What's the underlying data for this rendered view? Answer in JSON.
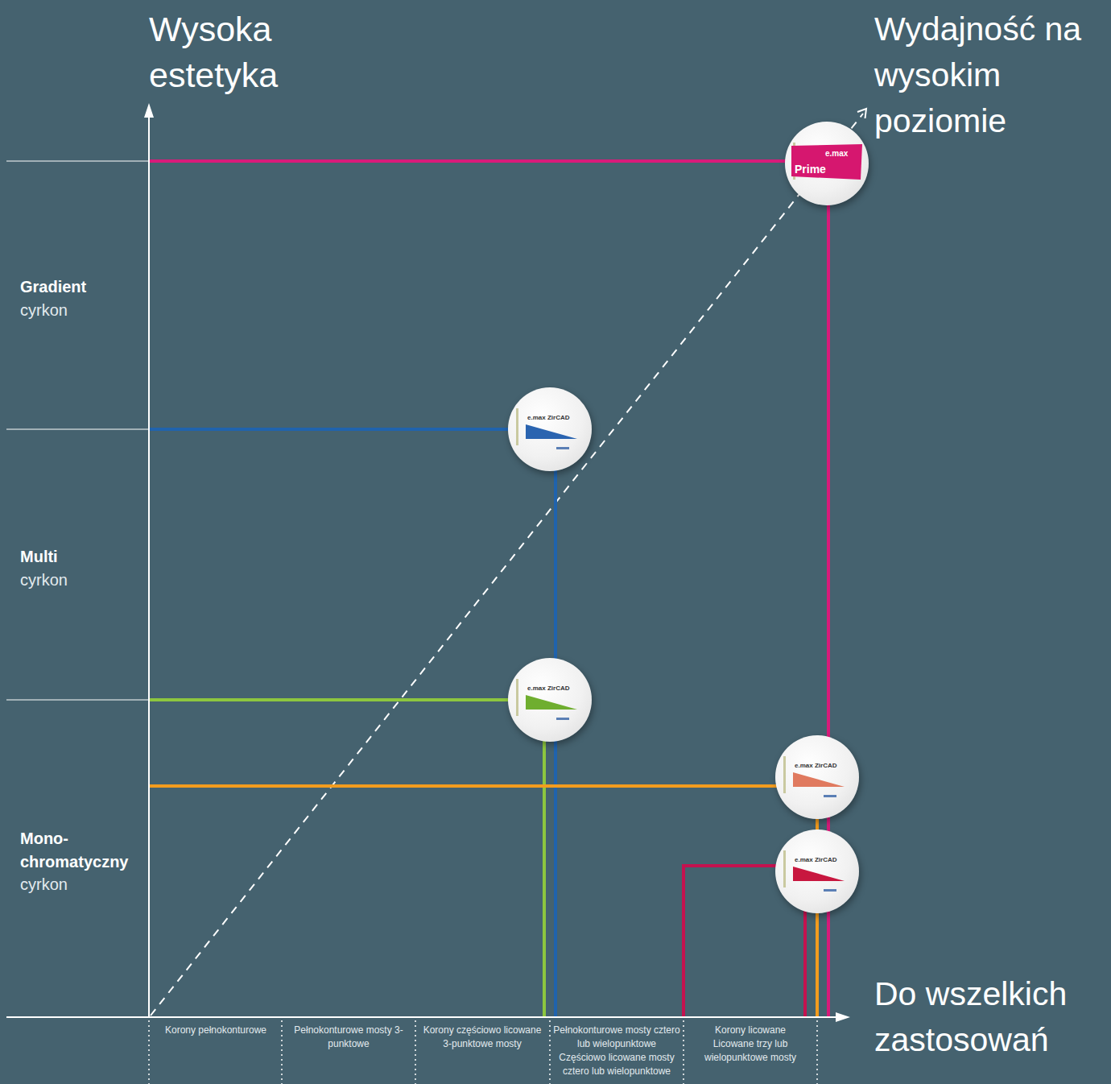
{
  "diagram": {
    "nodes": [
      {
        "text": [
          "e.max",
          "Prime"
        ]
      },
      {
        "text": [
          "e.max ZirCAD"
        ]
      },
      {
        "text": [
          "e.max ZirCAD"
        ]
      },
      {
        "text": [
          "e.max ZirCAD"
        ]
      },
      {
        "text": [
          "e.max ZirCAD"
        ]
      }
    ],
    "labels": [
      "Wysoka estetyka",
      "Wydajność na wysokim poziomie",
      "Gradient",
      "cyrkon",
      "Multi",
      "cyrkon",
      "Mono- chromatyczny",
      "cyrkon",
      "Do wszelkich zastosowań",
      "Korony pełnokonturowe",
      "Pełnokonturowe mosty 3-punktowe",
      "Korony częściowo licowane",
      "3-punktowe mosty",
      "Pełnokonturowe mosty cztero lub wielopunktowe",
      "Częściowo licowane mosty cztero lub wielopunktowe",
      "Korony licowane",
      "Licowane trzy lub wielopunktowe mosty"
    ]
  }
}
